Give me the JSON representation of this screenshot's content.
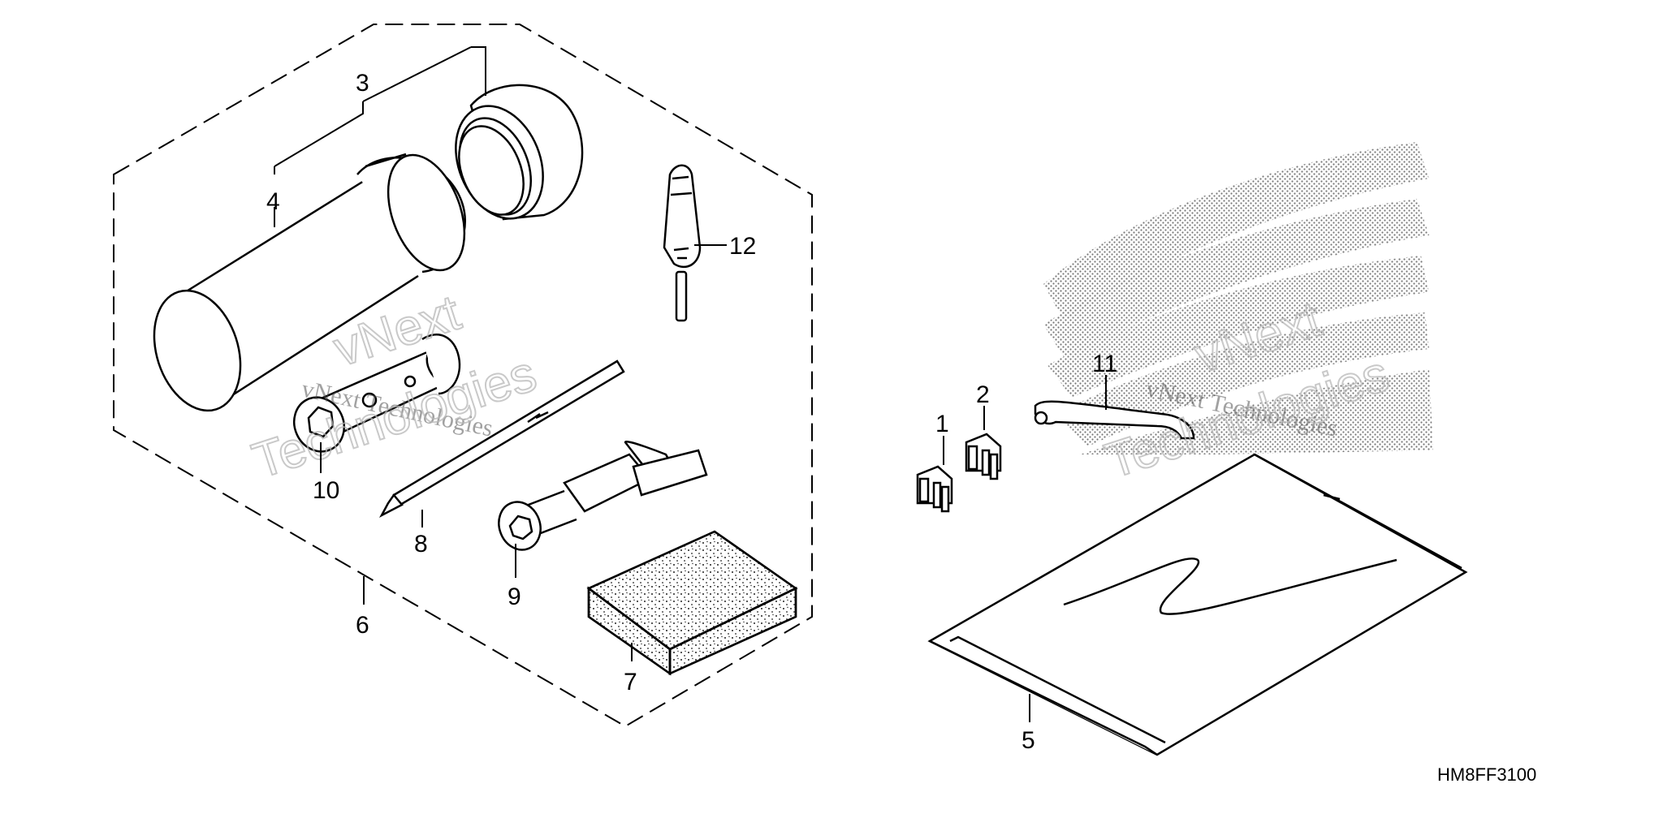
{
  "diagram": {
    "code": "HM8FF3100",
    "callouts": {
      "c1": "1",
      "c2": "2",
      "c3": "3",
      "c4": "4",
      "c5": "5",
      "c6": "6",
      "c7": "7",
      "c8": "8",
      "c9": "9",
      "c10": "10",
      "c11": "11",
      "c12": "12"
    },
    "watermark": {
      "line1": "vNext Technologies",
      "line2": "vNext",
      "line3": "Technologies"
    }
  }
}
